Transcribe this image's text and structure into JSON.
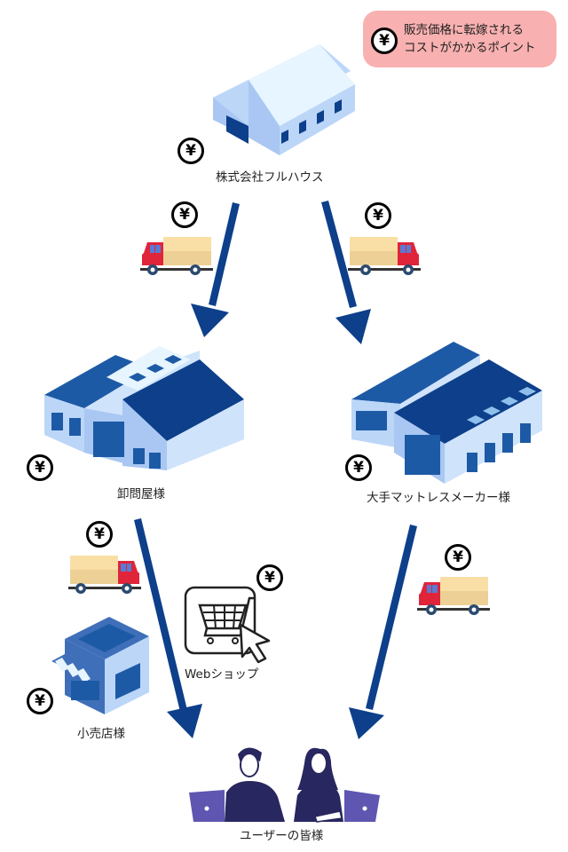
{
  "legend": {
    "icon": "yen-circle-icon",
    "line1": "販売価格に転嫁される",
    "line2": "コストがかかるポイント",
    "background": "#f8b0b0"
  },
  "colors": {
    "arrow": "#0d3f8a",
    "building_light": "#a9c7f2",
    "building_dark": "#0d3f8a",
    "truck_cab": "#e0243a",
    "truck_cargo": "#f9dfa6",
    "people": "#28275f",
    "laptop": "#5e56b0"
  },
  "nodes": {
    "manufacturer": {
      "label": "株式会社フルハウス",
      "icon": "warehouse-icon"
    },
    "wholesaler": {
      "label": "卸問屋様",
      "icon": "factory-icon"
    },
    "mattress_maker": {
      "label": "大手マットレスメーカー様",
      "icon": "factory-icon"
    },
    "retailer": {
      "label": "小売店様",
      "icon": "storefront-icon"
    },
    "webshop": {
      "label": "Webショップ",
      "icon": "shopping-cart-icon"
    },
    "users": {
      "label": "ユーザーの皆様",
      "icon": "people-icon"
    }
  },
  "yen_symbol": "¥",
  "flows": [
    {
      "from": "manufacturer",
      "to": "wholesaler",
      "transport": "truck-icon"
    },
    {
      "from": "manufacturer",
      "to": "mattress_maker",
      "transport": "truck-icon"
    },
    {
      "from": "wholesaler",
      "to": "users",
      "transport": "truck-icon"
    },
    {
      "from": "mattress_maker",
      "to": "users",
      "transport": "truck-icon"
    }
  ]
}
